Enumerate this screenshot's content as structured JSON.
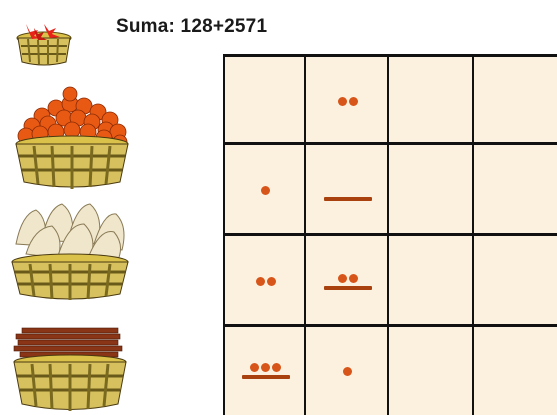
{
  "title": "Suma: 128+2571",
  "colors": {
    "board": "#fbf1de",
    "grid": "#111111",
    "dot": "#d8551a",
    "bar": "#a8410d",
    "basket": "#c9b45a"
  },
  "baskets": [
    {
      "name": "basket-small-red-icon"
    },
    {
      "name": "basket-oranges-icon"
    },
    {
      "name": "basket-garlic-icon"
    },
    {
      "name": "basket-sticks-icon"
    }
  ],
  "grid": {
    "columns": 4,
    "rows": 4,
    "cells": [
      {
        "row": 0,
        "col": 1,
        "dots": 2,
        "bars": 0
      },
      {
        "row": 1,
        "col": 0,
        "dots": 1,
        "bars": 0
      },
      {
        "row": 1,
        "col": 1,
        "dots": 0,
        "bars": 1
      },
      {
        "row": 2,
        "col": 0,
        "dots": 2,
        "bars": 0
      },
      {
        "row": 2,
        "col": 1,
        "dots": 2,
        "bars": 1
      },
      {
        "row": 3,
        "col": 0,
        "dots": 3,
        "bars": 1
      },
      {
        "row": 3,
        "col": 1,
        "dots": 1,
        "bars": 0
      }
    ]
  }
}
